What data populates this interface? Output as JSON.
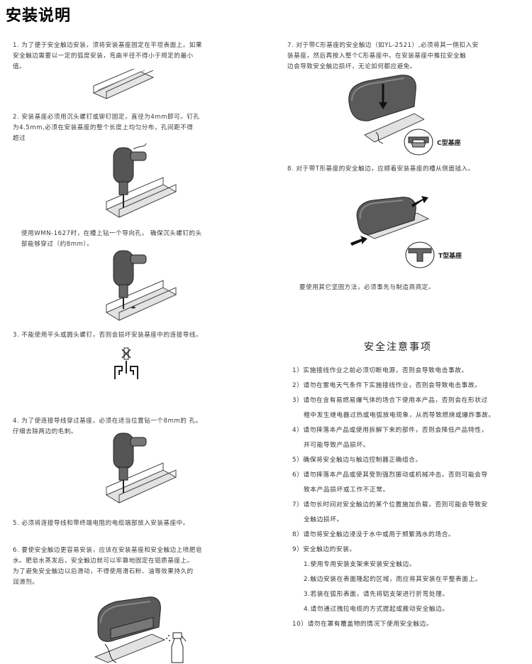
{
  "title": "安装说明",
  "left": {
    "p1": "1. 为了便于安全触边安装，须将安装基座固定在平坦表面上。如果\n安全触边需要以一定的弧度安装，弯曲半径不得小于规定的最小\n值。",
    "p2": "2. 安装基座必须用沉头螺钉或铆钉固定，直径为4mm即可。钉孔\n为4.5mm,必须在安装基座的整个长度上均匀分布，孔间距不得\n超过",
    "p2b": "使用WMN-1627时，在槽上钻一个导向孔，  确保沉头螺钉的头\n部能够穿过（约8mm）。",
    "p3": "3. 不能使用平头或圆头螺钉，否则会损坏安装基座中的连接导线。",
    "p4": "4. 为了使连接导线穿过基座，必须在适当位置钻一个8mm的 孔。\n仔细去除两边的毛刺。",
    "p5": "5. 必须将连接导线和带终端电阻的电缆端部放入安装基座中。",
    "p6": "6. 要使安全触边更容易安装，应该在安装基座和安全触边上喷肥皂\n水。肥皂水蒸发后，安全触边就可以牢靠地固定在铝质基座上。\n为了避免安全触边以后滑动，不得使用滑石粉、油等效果持久的\n润滑剂。"
  },
  "right": {
    "p7": "7. 对于带C形基座的安全触边（如YL-2521）,必须将其一侧扣入安\n装基座，然后再按入整个C形基座中。在安装基座中推拉安全触\n边会导致安全触边损坏，无论如何都应避免。",
    "c_label": "C型基座",
    "p8": "8. 对于带T形基座的安全触边，应顺着安装基座的槽从侧面插入。",
    "t_label": "T型基座",
    "p9": "要使用其它坚固方法，必须事先与制造商商定。"
  },
  "safety": {
    "title": "安全注意事项",
    "items": [
      "1）实施接线作业之前必须切断电源，否则会导致电击事故。",
      "2）请勿在雷电天气条件下实施接线作业，否则会导致电击事故。",
      "3）请勿在含有易燃易爆气体的场合下使用本产品，否则会在形状过",
      "程中发生继电器过热或电弧放电现象，从而导致燃烧或爆炸事故。",
      "4）请勿摔落本产品或使用拆解下来的部件，否则会降低产品特性，",
      "并可能导致产品损坏。",
      "5）确保将安全触边与触边控制器正确组合。",
      "6）请勿摔落本产品或使其受到强烈振动或机械冲击。否则可能会导",
      "致本产品损坏或工作不正常。",
      "7）请勿长时间对安全触边的某个位置施加负载，否则可能会导致安",
      "全触边损坏。",
      "8）请勿将安全触边浸没于水中或用于频繁溅水的场合。",
      "9）安全触边的安装。",
      "1.使用专用安装支架来安装安全触边。",
      "2.触边安装在表面隆起的区域，而应将其安装在平整表面上。",
      "3.若装在弧形表面，请先将铝支架进行折弯处理。",
      "4.请勿通过拽拉电缆的方式提起或搬动安全触边。",
      "10）请勿在罩有覆盖物的情况下使用安全触边。"
    ]
  }
}
